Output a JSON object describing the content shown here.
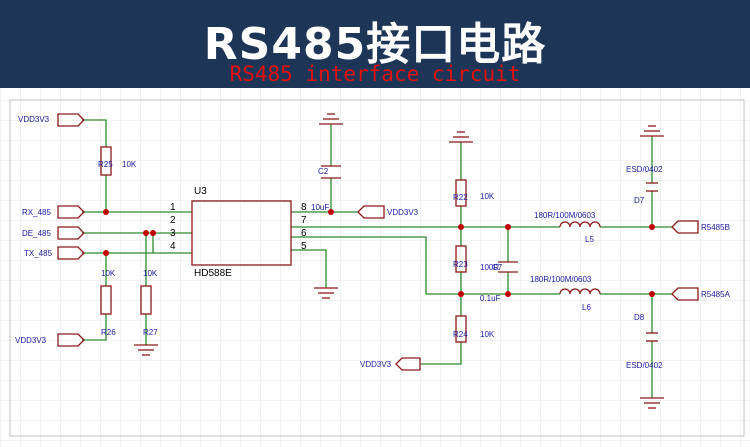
{
  "header": {
    "title": "RS485接口电路",
    "subtitle": "RS485 interface circuit"
  },
  "colors": {
    "banner_bg": "#1d3557",
    "wire": "#2d8a2d",
    "component": "#8b1a1a",
    "junction": "#c00000",
    "text": "#1a1aa0",
    "subtitle": "#e01010"
  },
  "schematic": {
    "ic": {
      "ref": "U3",
      "part": "HD588E",
      "pins_left": [
        "1",
        "2",
        "3",
        "4"
      ],
      "pins_right": [
        "8",
        "7",
        "6",
        "5"
      ]
    },
    "nets": {
      "vdd_r25": "VDD3V3",
      "rx": "RX_485",
      "de": "DE_485",
      "tx": "TX_485",
      "vdd_r26": "VDD3V3",
      "vdd_c2": "VDD3V3",
      "vdd_r24": "VDD3V3",
      "r485b": "R5485B",
      "r485a": "R5485A"
    },
    "parts": {
      "r25": {
        "ref": "R25",
        "value": "10K"
      },
      "r26": {
        "ref": "R26",
        "value": "10K"
      },
      "r27": {
        "ref": "R27",
        "value": "10K"
      },
      "c2": {
        "ref": "C2",
        "value": "10uF"
      },
      "r22": {
        "ref": "R22",
        "value": "10K"
      },
      "r23": {
        "ref": "R23",
        "value": "100R"
      },
      "c7": {
        "ref": "C7",
        "value": "0.1uF"
      },
      "r24": {
        "ref": "R24",
        "value": "10K"
      },
      "l5": {
        "ref": "L5",
        "value": "180R/100M/0603"
      },
      "l6": {
        "ref": "L6",
        "value": "180R/100M/0603"
      },
      "d7": {
        "ref": "D7",
        "value": "ESD/0402"
      },
      "d8": {
        "ref": "D8",
        "value": "ESD/0402"
      }
    }
  }
}
